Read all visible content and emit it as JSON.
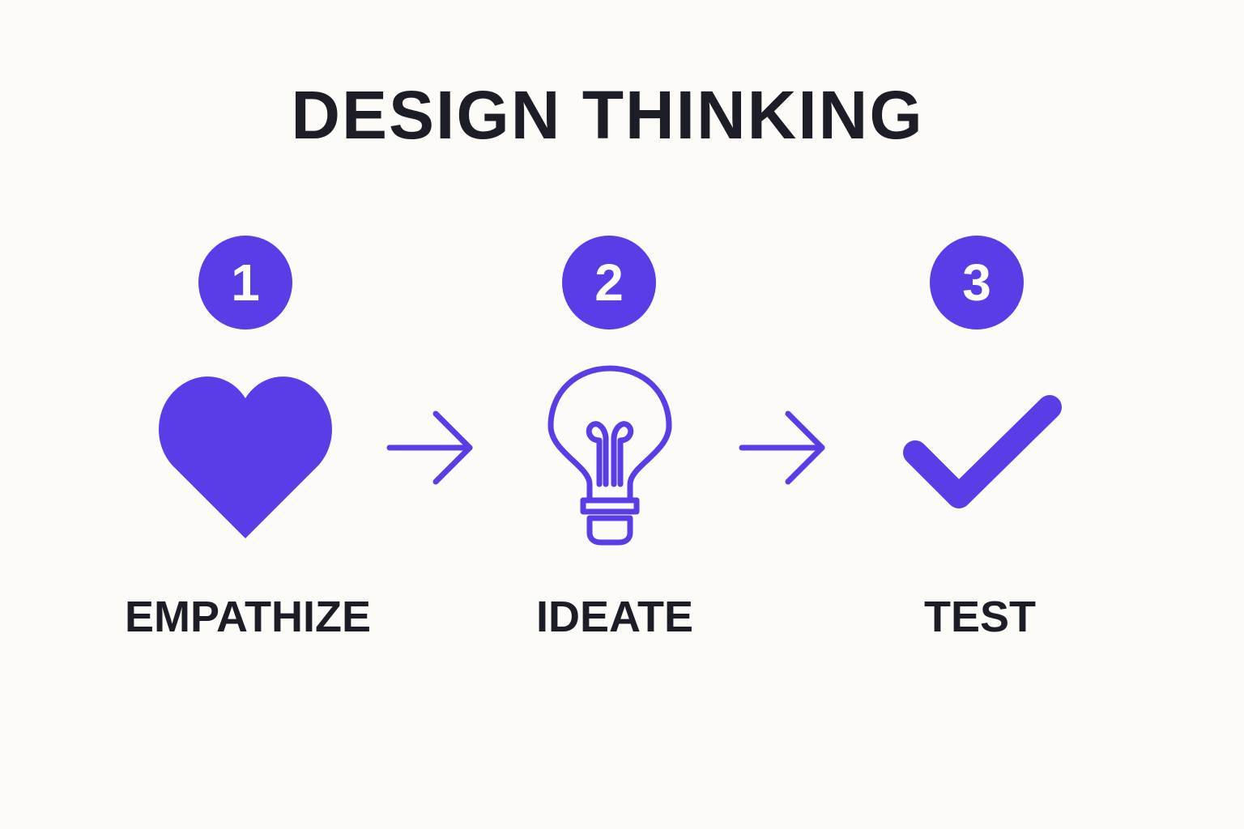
{
  "title": "DESIGN THINKING",
  "colors": {
    "accent": "#5a3de6",
    "text": "#1d1d27",
    "background": "#fcfbf7"
  },
  "steps": [
    {
      "number": "1",
      "label": "EMPATHIZE",
      "icon": "heart-icon"
    },
    {
      "number": "2",
      "label": "IDEATE",
      "icon": "lightbulb-icon"
    },
    {
      "number": "3",
      "label": "TEST",
      "icon": "checkmark-icon"
    }
  ],
  "connectors": [
    "arrow-right-icon",
    "arrow-right-icon"
  ]
}
